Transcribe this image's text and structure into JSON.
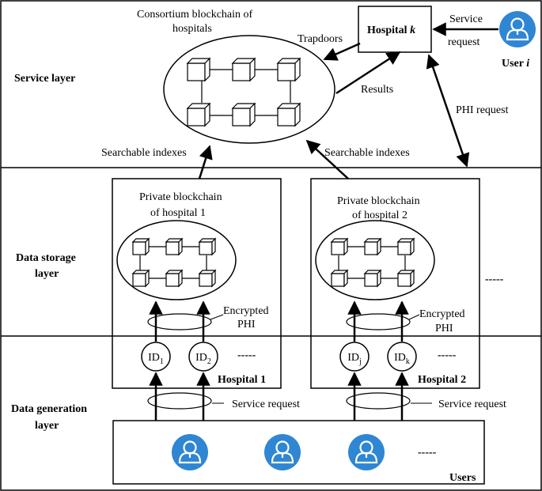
{
  "layers": {
    "service": "Service layer",
    "storage_line1": "Data storage",
    "storage_line2": "layer",
    "generation_line1": "Data generation",
    "generation_line2": "layer"
  },
  "consortium": {
    "title_line1": "Consortium blockchain of",
    "title_line2": "hospitals"
  },
  "hospital_k": {
    "label": "Hospital ",
    "label_var": "k"
  },
  "user_i": {
    "label": "User ",
    "label_var": "i"
  },
  "edges": {
    "service_request_top_line1": "Service",
    "service_request_top_line2": "request",
    "trapdoors": "Trapdoors",
    "results": "Results",
    "phi_request": "PHI request",
    "searchable_indexes_left": "Searchable indexes",
    "searchable_indexes_right": "Searchable indexes",
    "encrypted_phi_1_line1": "Encrypted",
    "encrypted_phi_1_line2": "PHI",
    "encrypted_phi_2_line1": "Encrypted",
    "encrypted_phi_2_line2": "PHI",
    "service_request_1": "Service request",
    "service_request_2": "Service request"
  },
  "private1": {
    "title_line1": "Private blockchain",
    "title_line2": "of hospital 1",
    "hospital_label": "Hospital 1",
    "id_a": "ID",
    "id_a_sub": "1",
    "id_b": "ID",
    "id_b_sub": "2"
  },
  "private2": {
    "title_line1": "Private blockchain",
    "title_line2": "of hospital 2",
    "hospital_label": "Hospital 2",
    "id_a": "ID",
    "id_a_sub": "j",
    "id_b": "ID",
    "id_b_sub": "k"
  },
  "ellipsis": {
    "storage_more": "-----",
    "ids_more_1": "-----",
    "ids_more_2": "-----",
    "users_more": "-----"
  },
  "users": {
    "label": "Users"
  },
  "colors": {
    "user_icon": "#2f86d3",
    "stroke": "#000000"
  }
}
